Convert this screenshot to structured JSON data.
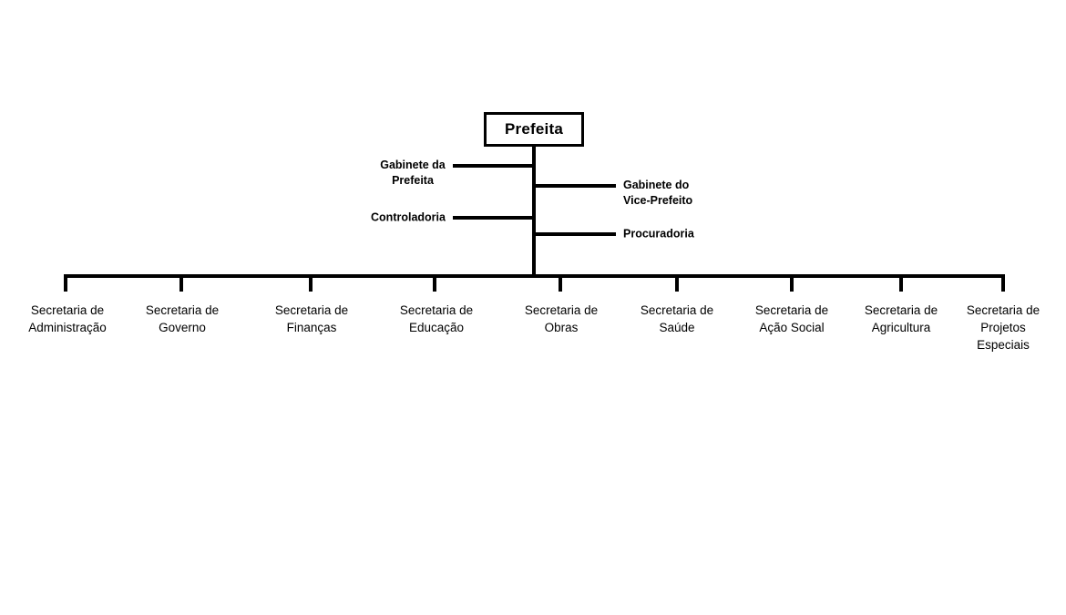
{
  "chart_data": {
    "type": "diagram",
    "diagram_kind": "organizational-chart",
    "title": "",
    "orientation": "top-down",
    "root": {
      "label": "Prefeita",
      "shape": "rectangle",
      "border_color": "#000000",
      "fill_color": "#ffffff"
    },
    "staff_units": [
      {
        "label": "Gabinete da Prefeita",
        "side": "left"
      },
      {
        "label": "Gabinete do Vice-Prefeito",
        "side": "right"
      },
      {
        "label": "Controladoria",
        "side": "left"
      },
      {
        "label": "Procuradoria",
        "side": "right"
      }
    ],
    "line_units": [
      "Secretaria de Administração",
      "Secretaria de Governo",
      "Secretaria de Finanças",
      "Secretaria de Educação",
      "Secretaria de Obras",
      "Secretaria de Saúde",
      "Secretaria de Ação Social",
      "Secretaria de Agricultura",
      "Secretaria de Projetos Especiais"
    ],
    "line_color": "#000000",
    "background_color": "#ffffff"
  },
  "root": {
    "label": "Prefeita"
  },
  "staff": {
    "gabinete_prefeita": {
      "line1": "Gabinete da",
      "line2": "Prefeita"
    },
    "gabinete_vice": {
      "line1": "Gabinete do",
      "line2": "Vice-Prefeito"
    },
    "controladoria": {
      "line1": "Controladoria"
    },
    "procuradoria": {
      "line1": "Procuradoria"
    }
  },
  "secretarias": [
    {
      "line1": "Secretaria de",
      "line2": "Administração",
      "line3": ""
    },
    {
      "line1": "Secretaria de",
      "line2": "Governo",
      "line3": ""
    },
    {
      "line1": "Secretaria de",
      "line2": "Finanças",
      "line3": ""
    },
    {
      "line1": "Secretaria de",
      "line2": "Educação",
      "line3": ""
    },
    {
      "line1": "Secretaria de",
      "line2": "Obras",
      "line3": ""
    },
    {
      "line1": "Secretaria de",
      "line2": "Saúde",
      "line3": ""
    },
    {
      "line1": "Secretaria de",
      "line2": "Ação Social",
      "line3": ""
    },
    {
      "line1": "Secretaria de",
      "line2": "Agricultura",
      "line3": ""
    },
    {
      "line1": "Secretaria de",
      "line2": "Projetos",
      "line3": "Especiais"
    }
  ]
}
